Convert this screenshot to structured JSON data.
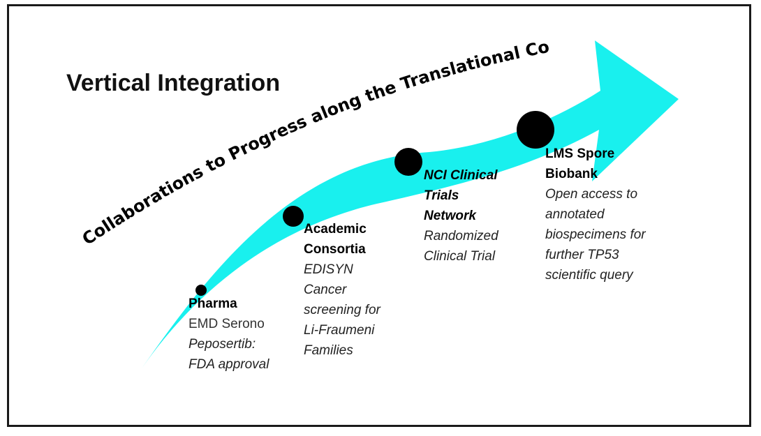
{
  "title": "Vertical Integration",
  "curve_label": "Collaborations to Progress along the Translational Continuum",
  "colors": {
    "arrow": "#19f0ee",
    "dot": "#000000",
    "frame": "#1a1a1a"
  },
  "milestones": [
    {
      "heading": "Pharma",
      "line2": "EMD Serono",
      "detail": "Peposertib: FDA approval",
      "detail_lines": [
        "Peposertib:",
        "FDA approval"
      ]
    },
    {
      "heading": "Academic Consortia",
      "heading_lines": [
        "Academic",
        "Consortia"
      ],
      "detail_lines": [
        "EDISYN",
        "Cancer",
        "screening for",
        "Li-Fraumeni",
        "Families"
      ]
    },
    {
      "heading_lines": [
        "NCI Clinical",
        "Trials",
        "Network"
      ],
      "detail_lines": [
        "Randomized",
        "Clinical Trial"
      ]
    },
    {
      "heading_lines": [
        "LMS Spore",
        "Biobank"
      ],
      "detail_lines": [
        "Open access to",
        "annotated",
        "biospecimens for",
        "further TP53",
        "scientific query"
      ]
    }
  ]
}
